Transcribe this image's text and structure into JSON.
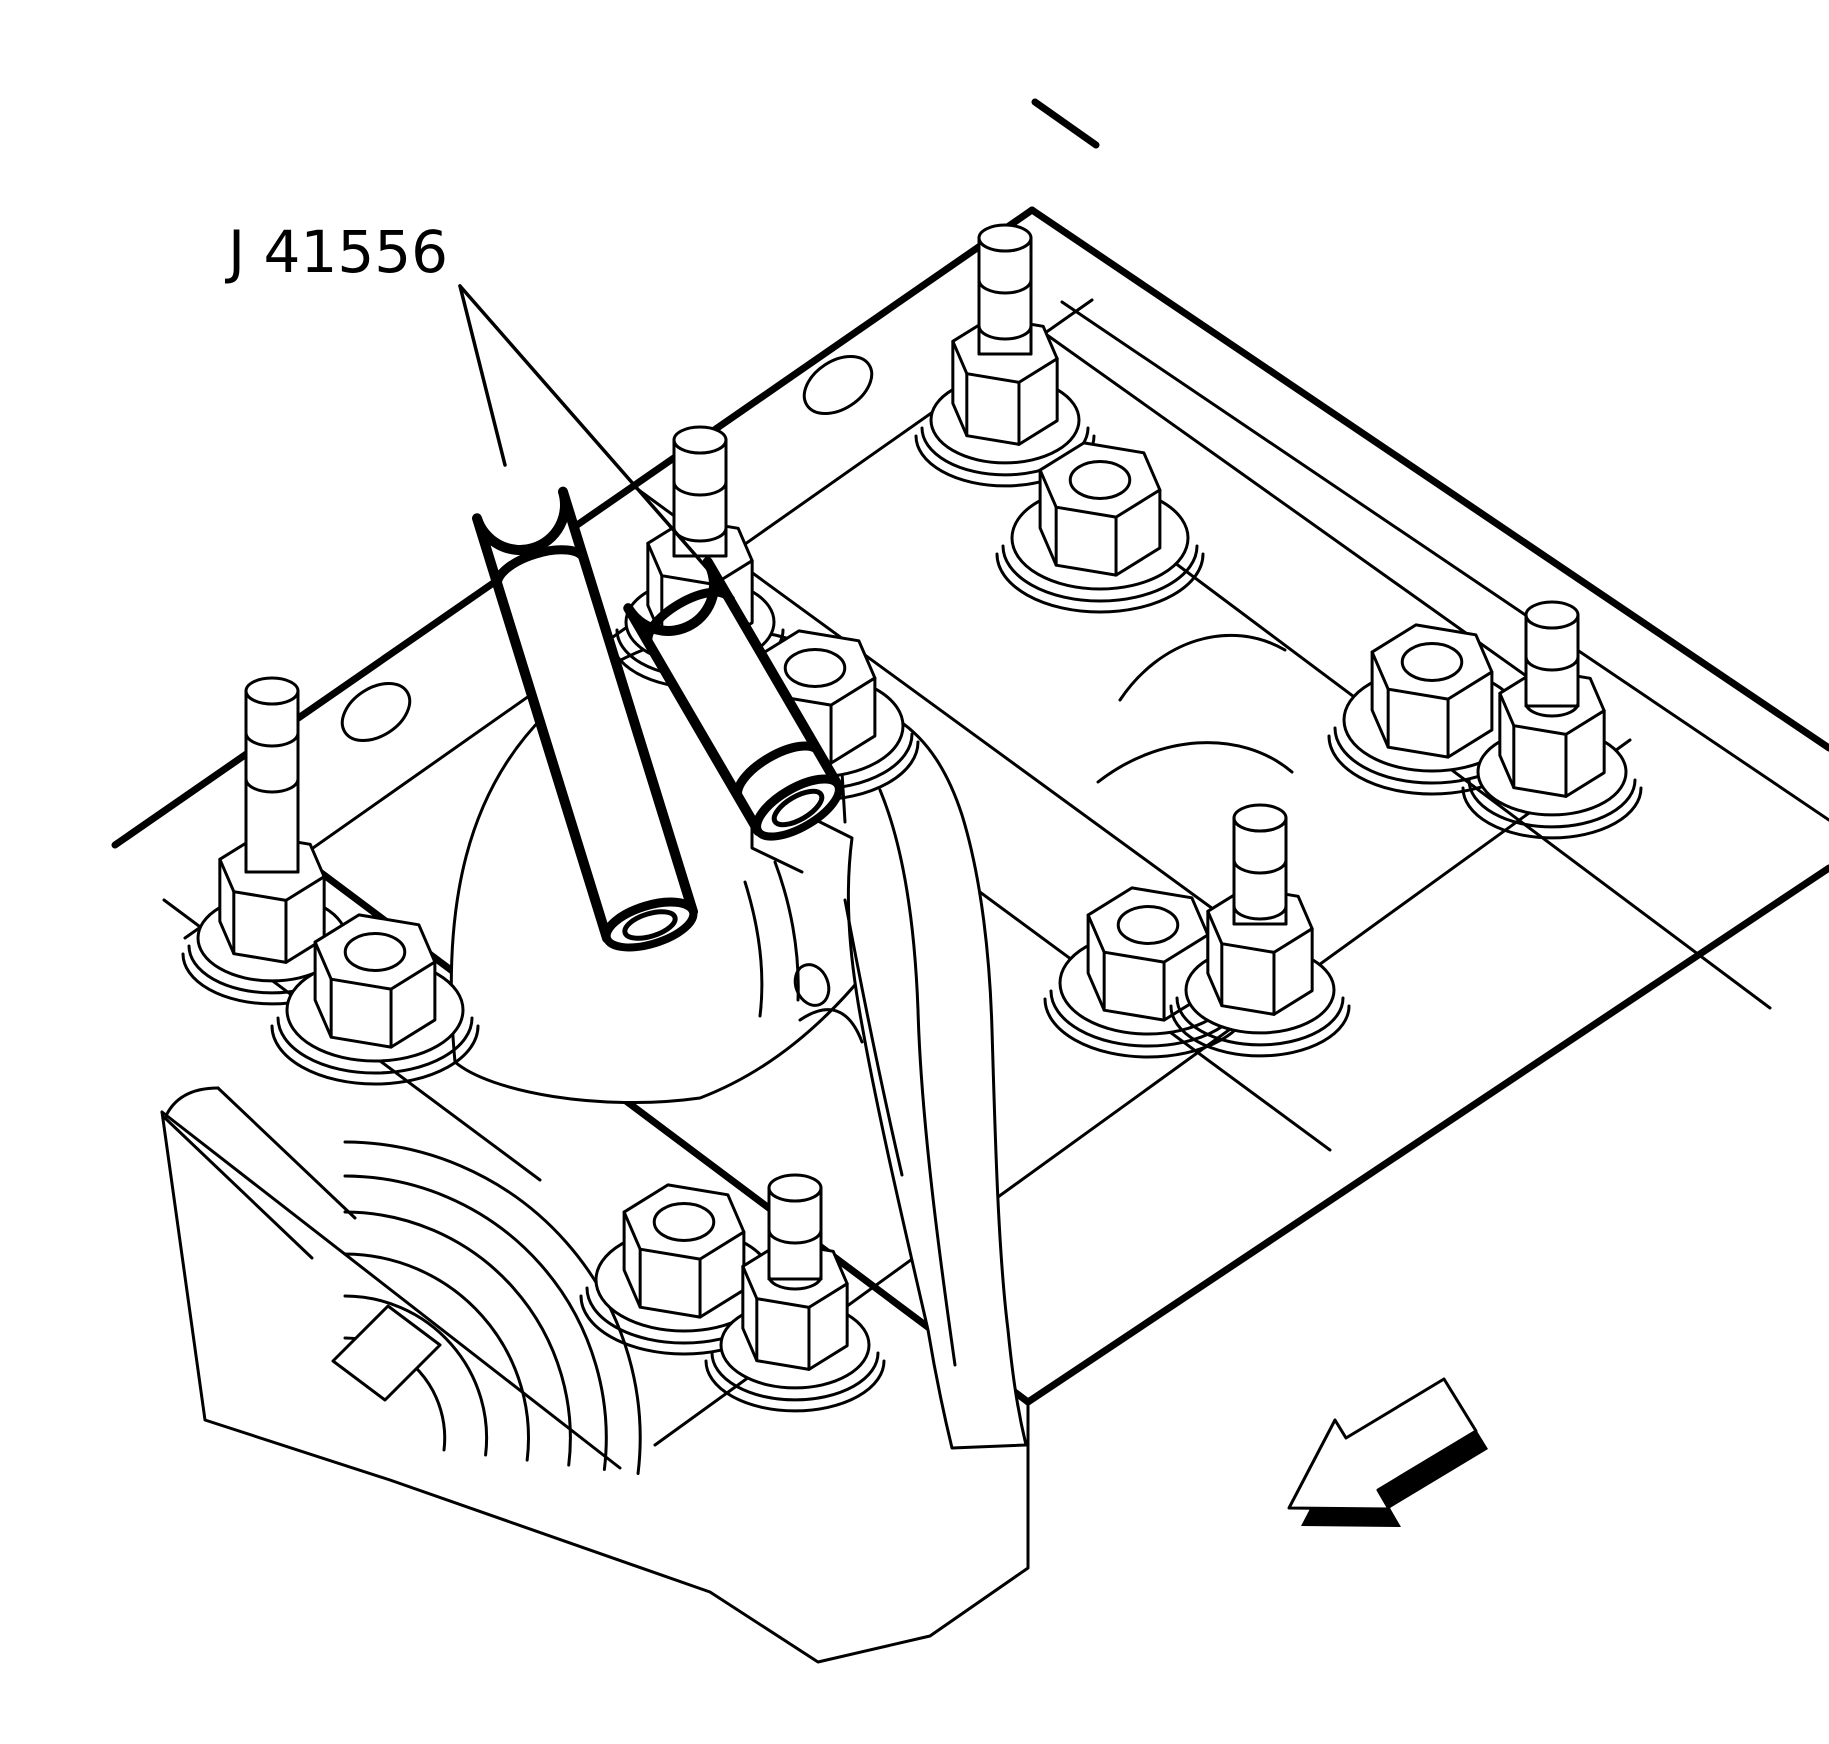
{
  "figure": {
    "label": "J 41556",
    "background_color": "#ffffff",
    "line_color": "#000000"
  },
  "arrow": {
    "icon": "direction-arrow",
    "direction": "down-left",
    "fill_color": "#ffffff",
    "shadow_color": "#000000"
  }
}
